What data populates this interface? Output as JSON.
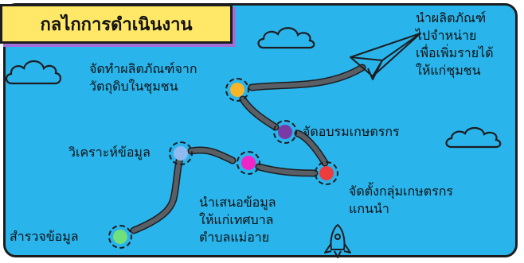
{
  "title": "กลไกการดำเนินงาน",
  "steps": [
    {
      "label": "สำรวจข้อมูล",
      "color": "#6fe07a"
    },
    {
      "label": "วิเคราะห์ข้อมูล",
      "color": "#8fbaf0"
    },
    {
      "label": "นำเสนอข้อมูล ให้แก่เทศบาล ตำบลแม่อาย",
      "line1": "นำเสนอข้อมูล",
      "line2": "ให้แก่เทศบาล",
      "line3": "ตำบลแม่อาย",
      "color": "#f025c8"
    },
    {
      "label": "จัดตั้งกลุ่มเกษตรกร แกนนำ",
      "line1": "จัดตั้งกลุ่มเกษตรกร",
      "line2": "แกนนำ",
      "color": "#ee3b3b"
    },
    {
      "label": "จัดอบรมเกษตรกร",
      "color": "#7a3aa6"
    },
    {
      "label": "จัดทำผลิตภัณฑ์จาก วัตถุดิบในชุมชน",
      "line1": "จัดทำผลิตภัณฑ์จาก",
      "line2": "วัตถุดิบในชุมชน",
      "color": "#f8b52a"
    }
  ],
  "final_step": {
    "line1": "นำผลิตภัณฑ์",
    "line2": "ไปจำหน่าย",
    "line3": "เพื่อเพิ่มรายได้",
    "line4": "ให้แก่ชุมชน"
  },
  "colors": {
    "background": "#29b4ec",
    "title_box": "#ffe767",
    "title_shadow": "#a06fd6",
    "road": "#5a5f66"
  },
  "icons": [
    "cloud-icon",
    "paper-plane-icon",
    "rocket-icon"
  ]
}
